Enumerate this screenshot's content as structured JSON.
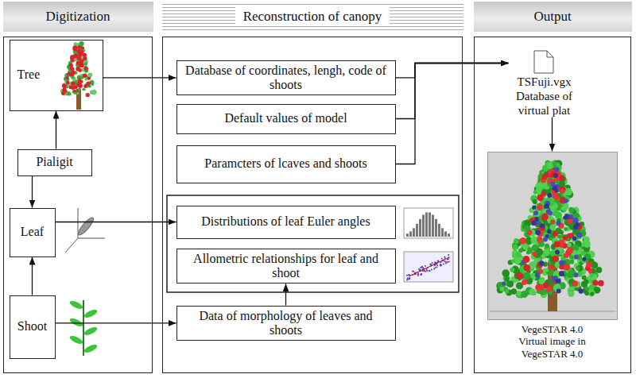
{
  "diagram": {
    "nodes": [
      {
        "text": [
          "Digitization"
        ]
      },
      {
        "text": [
          "Reconstruction of canopy"
        ]
      },
      {
        "text": [
          "Output"
        ]
      },
      {
        "text": [
          "Tree"
        ],
        "in": 0
      },
      {
        "text": [
          "Pialigit"
        ],
        "in": 0
      },
      {
        "text": [
          "Leaf"
        ],
        "in": 0
      },
      {
        "text": [
          "Shoot"
        ],
        "in": 0
      },
      {
        "text": [
          "Database of coordinates, lengh, code of shoots"
        ],
        "in": 1
      },
      {
        "text": [
          "Default values of model"
        ],
        "in": 1
      },
      {
        "text": [
          "Paramcters of lcaves and shoots"
        ],
        "in": 1
      },
      {
        "text": [
          "Distributions of leaf Euler angles"
        ],
        "in": 1
      },
      {
        "text": [
          "Allometric relationships for leaf and shoot"
        ],
        "in": 1
      },
      {
        "text": [
          "Data of morphology of leaves and shoots"
        ],
        "in": 1
      },
      {
        "text": [
          "TSFuji.vgx",
          "Database of virtual plat"
        ],
        "in": 2
      },
      {
        "text": [
          "VegeSTAR 4.0",
          "Virtual image in VegeSTAR 4.0"
        ],
        "in": 2
      }
    ],
    "edges": [
      {
        "from": 3,
        "to": 7,
        "arrow": "to"
      },
      {
        "from": 4,
        "to": 3,
        "arrow": "to"
      },
      {
        "from": 4,
        "to": 5,
        "arrow": "to"
      },
      {
        "from": 6,
        "to": 5,
        "arrow": "to"
      },
      {
        "from": 5,
        "to": 10,
        "arrow": "to"
      },
      {
        "from": 6,
        "to": 12,
        "arrow": "to"
      },
      {
        "from": 12,
        "to": 11,
        "arrow": "to"
      },
      {
        "from": 7,
        "to": 13,
        "arrow": "to"
      },
      {
        "from": 8,
        "to": 13,
        "arrow": "to"
      },
      {
        "from": 9,
        "to": 13,
        "arrow": "to"
      },
      {
        "from": 13,
        "to": 14,
        "arrow": "to"
      }
    ]
  }
}
